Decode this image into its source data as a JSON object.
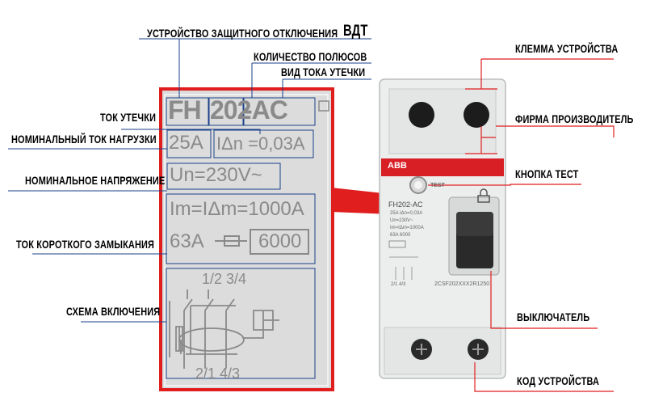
{
  "labels": {
    "device_type": "УСТРОЙСТВО ЗАЩИТНОГО ОТКЛЮЧЕНИЯ",
    "device_abbr": "ВДТ",
    "poles": "КОЛИЧЕСТВО ПОЛЮСОВ",
    "leak_type": "ВИД ТОКА УТЕЧКИ",
    "leak_current": "ТОК УТЕЧКИ",
    "rated_load": "НОМИНАЛЬНЫЙ ТОК НАГРУЗКИ",
    "rated_voltage": "НОМИНАЛЬНОЕ НАПРЯЖЕНИЕ",
    "short_circuit": "ТОК КОРОТКОГО ЗАМЫКАНИЯ",
    "wiring": "СХЕМА ВКЛЮЧЕНИЯ",
    "terminal": "КЛЕММА УСТРОЙСТВА",
    "manufacturer": "ФИРМА ПРОИЗВОДИТЕЛЬ",
    "test_button": "КНОПКА ТЕСТ",
    "switch": "ВЫКЛЮЧАТЕЛЬ",
    "code": "КОД УСТРОЙСТВА"
  },
  "plate": {
    "model_a": "FH",
    "model_b": "202",
    "model_c": "-AC",
    "rated_current": "25A",
    "leak": "IΔn =0,03A",
    "voltage": "Un=230V~",
    "im": "Im=IΔm=1000A",
    "fuse": "63A",
    "icn": "6000",
    "terminals_top": "1/2 3/4",
    "terminals_bottom": "2/1 4/3"
  },
  "device": {
    "brand": "ABB",
    "test": "TEST",
    "model": "FH202-AC",
    "small_lines": [
      "25A  IΔn=0,03A",
      "Un=230V~",
      "Im=IΔm=1000A",
      "63A      6000"
    ],
    "code": "2CSF202XXX2R1250",
    "bottom_terms": "2/1  4/3"
  },
  "colors": {
    "accent_red": "#e01e1e",
    "leader_blue": "#1a3f8a"
  }
}
